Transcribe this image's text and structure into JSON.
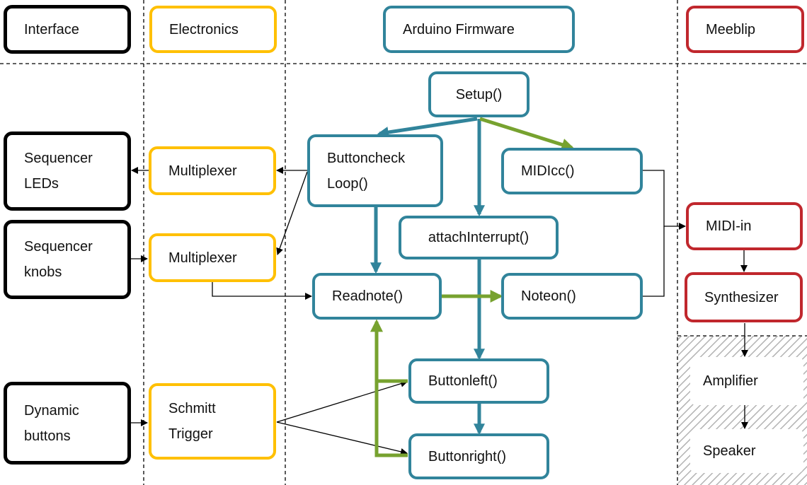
{
  "columns": {
    "interface": "Interface",
    "electronics": "Electronics",
    "firmware": "Arduino Firmware",
    "meeblip": "Meeblip"
  },
  "interface": {
    "sequencer_leds": "Sequencer\nLEDs",
    "sequencer_knobs": "Sequencer\nknobs",
    "dynamic_buttons": "Dynamic\nbuttons"
  },
  "electronics": {
    "multiplexer_1": "Multiplexer",
    "multiplexer_2": "Multiplexer",
    "schmitt_trigger": "Schmitt\nTrigger"
  },
  "firmware": {
    "setup": "Setup()",
    "buttoncheck_loop": "Buttoncheck\nLoop()",
    "midicc": "MIDIcc()",
    "attach_interrupt": "attachInterrupt()",
    "readnote": "Readnote()",
    "noteon": "Noteon()",
    "buttonleft": "Buttonleft()",
    "buttonright": "Buttonright()"
  },
  "meeblip": {
    "midi_in": "MIDI-in",
    "synthesizer": "Synthesizer",
    "amplifier": "Amplifier",
    "speaker": "Speaker"
  },
  "colors": {
    "interface_border": "#000000",
    "electronics_border": "#ffc000",
    "firmware_border": "#31849b",
    "meeblip_border": "#c0272d",
    "firmware_arrow": "#31849b",
    "green_arrow": "#77a22f"
  }
}
